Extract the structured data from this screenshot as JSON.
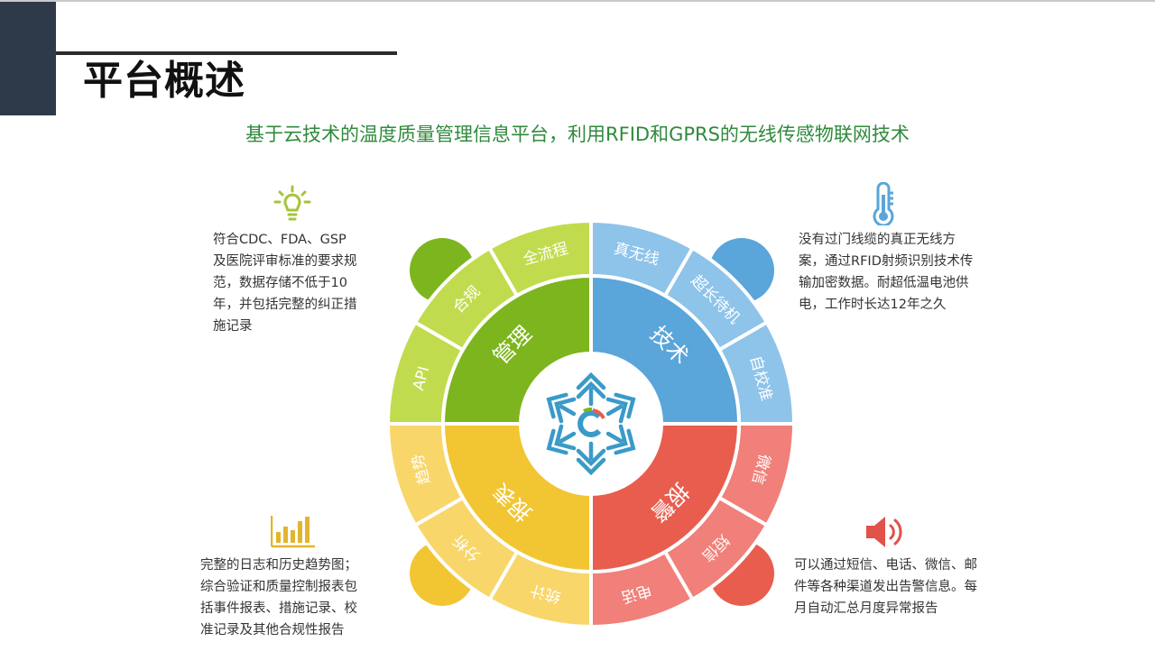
{
  "header": {
    "title": "平台概述"
  },
  "subtitle": "基于云技术的温度质量管理信息平台，利用RFID和GPRS的无线传感物联网技术",
  "colors": {
    "green": "#7db51e",
    "blue": "#5aa5da",
    "red": "#e85d4e",
    "yellow": "#f2c532",
    "title_accent": "#2f8a3c",
    "dark_block": "#2e3a4a"
  },
  "wheel": {
    "quadrants": [
      {
        "label": "管理",
        "color": "#7db51e",
        "outer": [
          "API",
          "合规",
          "全流程"
        ]
      },
      {
        "label": "技术",
        "color": "#5aa5da",
        "outer": [
          "真无线",
          "超长待机",
          "自校准"
        ]
      },
      {
        "label": "报警",
        "color": "#e85d4e",
        "outer": [
          "微信",
          "短信",
          "电话"
        ]
      },
      {
        "label": "报表",
        "color": "#f2c532",
        "outer": [
          "统计",
          "分析",
          "趋势"
        ]
      }
    ]
  },
  "blocks": {
    "top_left": {
      "icon": "lightbulb-icon",
      "lines": [
        "符合CDC、FDA、GSP",
        "及医院评审标准的要求规",
        "范，数据存储不低于10",
        "年，并包括完整的纠正措",
        "施记录"
      ]
    },
    "top_right": {
      "icon": "thermometer-icon",
      "lines": [
        "没有过门线缆的真正无线方",
        "案，通过RFID射频识别技术传",
        "输加密数据。耐超低温电池供",
        "电，工作时长达12年之久"
      ]
    },
    "bottom_left": {
      "icon": "bar-chart-icon",
      "lines": [
        "完整的日志和历史趋势图；",
        "综合验证和质量控制报表包",
        "括事件报表、措施记录、校",
        "准记录及其他合规性报告"
      ]
    },
    "bottom_right": {
      "icon": "speaker-icon",
      "lines": [
        "可以通过短信、电话、微信、邮",
        "件等各种渠道发出告警信息。每",
        "月自动汇总月度异常报告"
      ]
    }
  }
}
